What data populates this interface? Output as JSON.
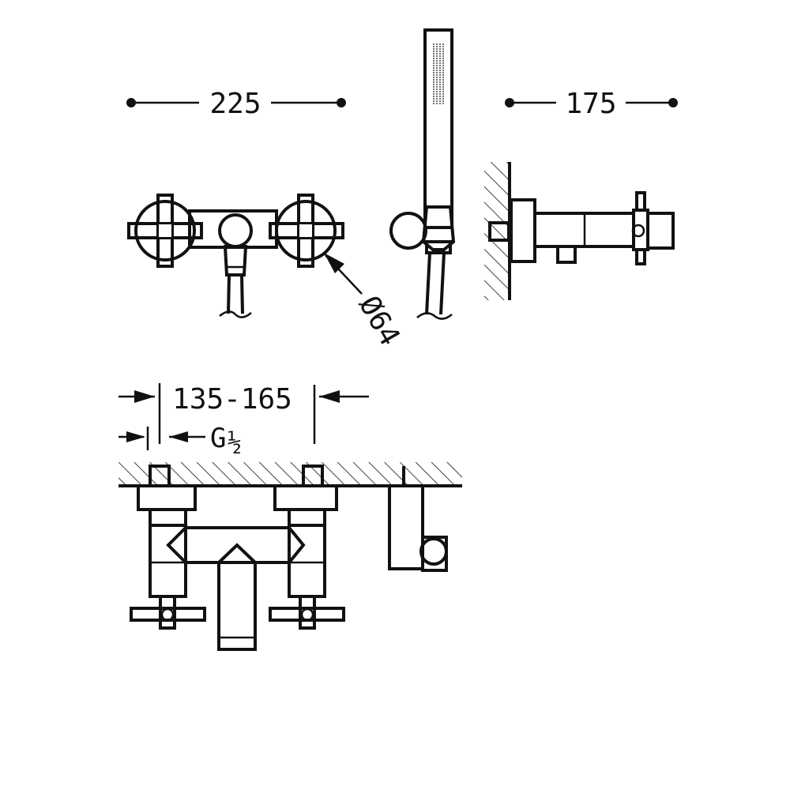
{
  "dimensions": {
    "width_front": "225",
    "depth_side": "175",
    "handle_diameter": "Ø64",
    "centers": "135-165",
    "thread": "G",
    "thread_fraction": "½"
  },
  "palette": {
    "ink": "#111111",
    "paper": "#ffffff"
  }
}
